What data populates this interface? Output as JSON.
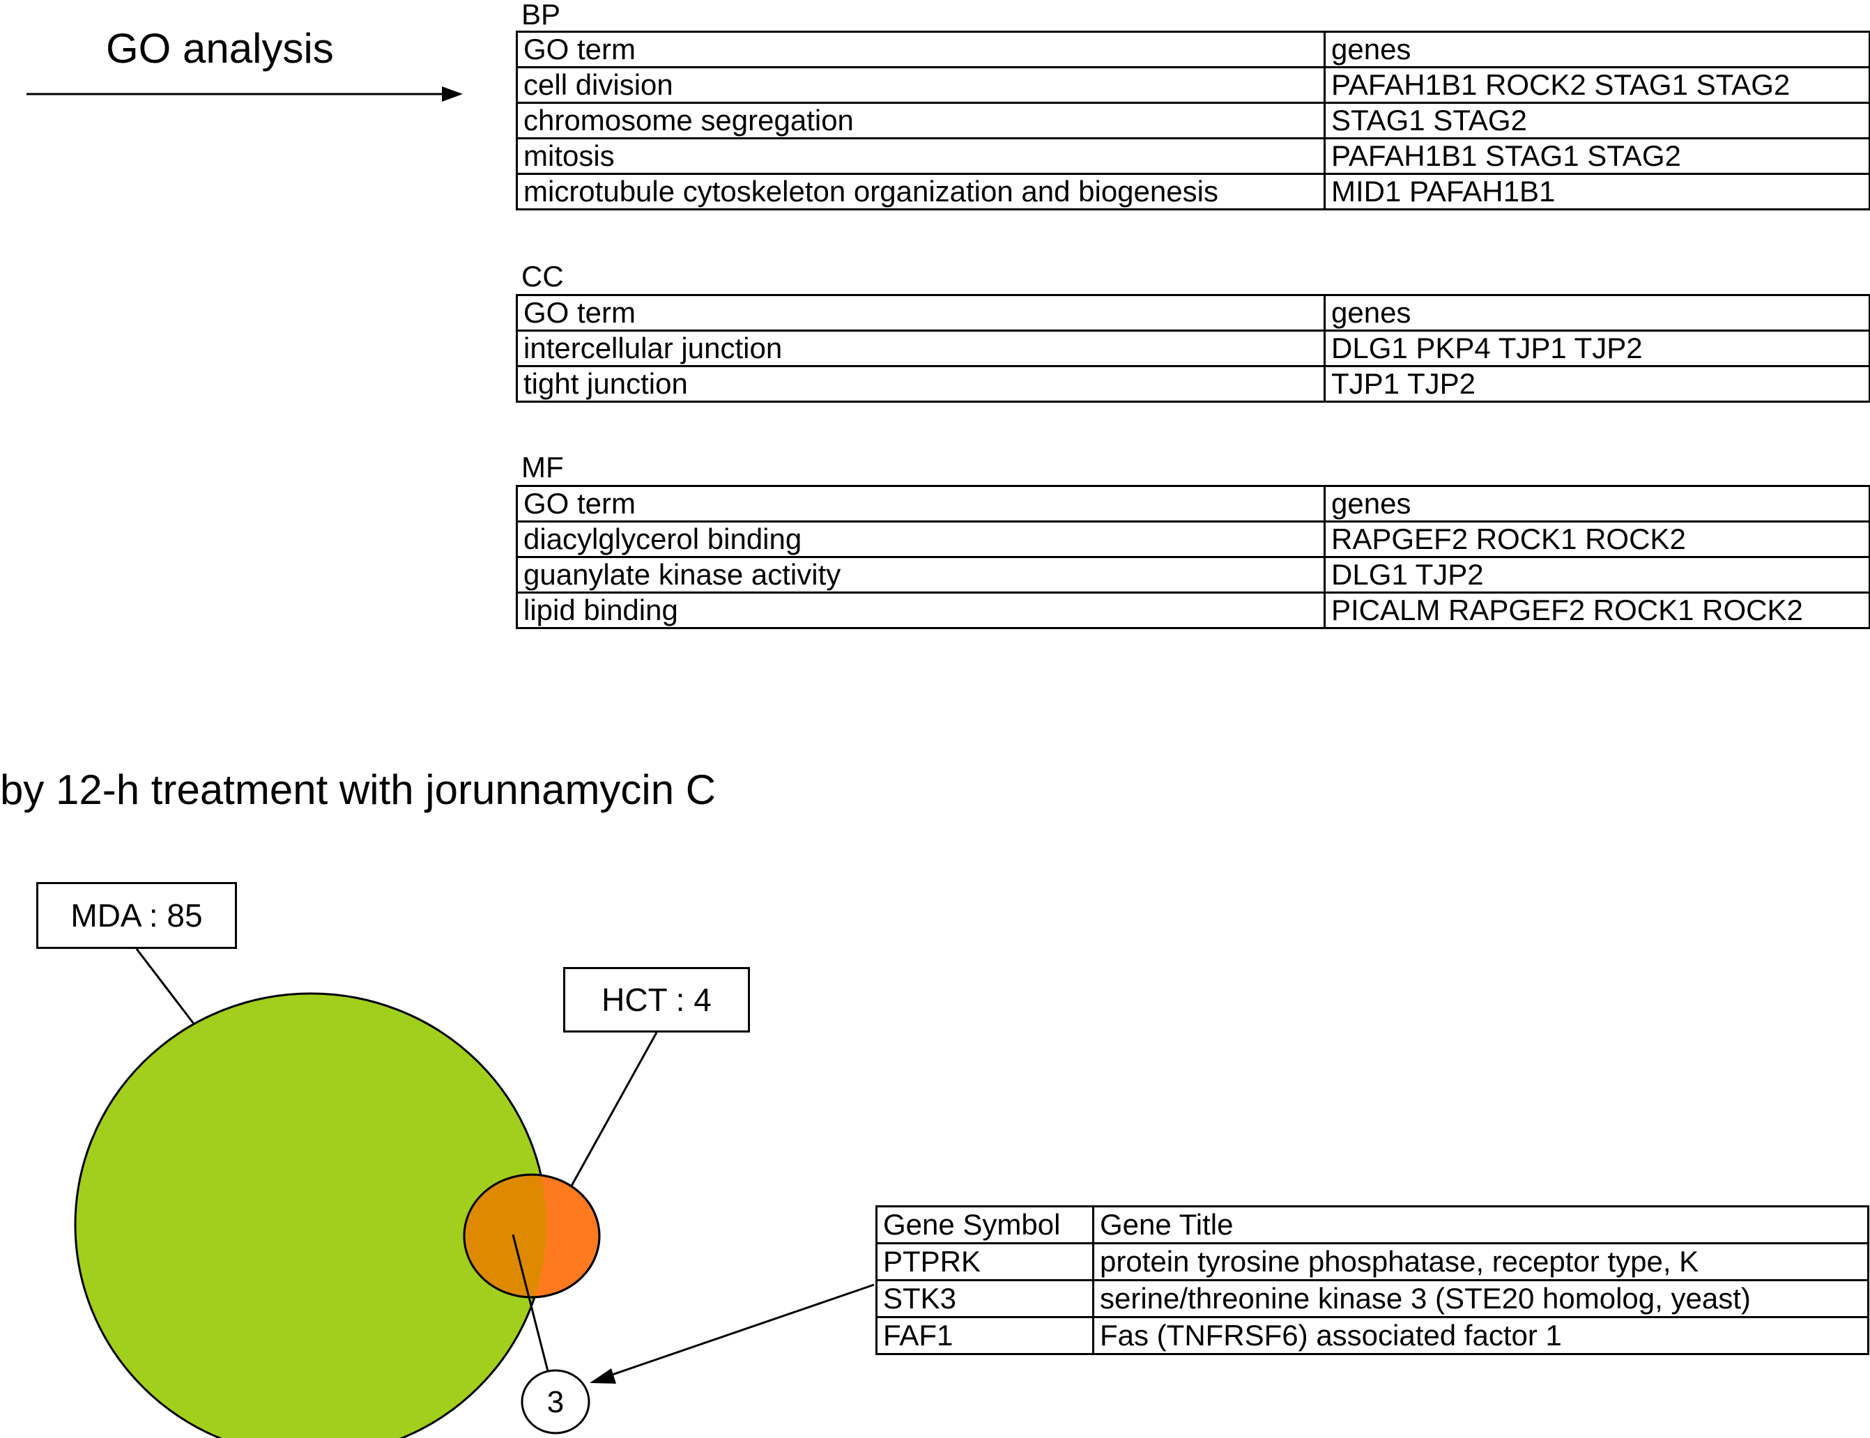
{
  "go_heading": "GO analysis",
  "sections": [
    {
      "label": "BP",
      "header": {
        "term": "GO term",
        "genes": "genes"
      },
      "rows": [
        {
          "term": "cell division",
          "genes": "PAFAH1B1 ROCK2 STAG1 STAG2"
        },
        {
          "term": "chromosome segregation",
          "genes": "STAG1 STAG2"
        },
        {
          "term": "mitosis",
          "genes": "PAFAH1B1 STAG1 STAG2"
        },
        {
          "term": "microtubule cytoskeleton organization and biogenesis",
          "genes": "MID1 PAFAH1B1"
        }
      ]
    },
    {
      "label": "CC",
      "header": {
        "term": "GO term",
        "genes": "genes"
      },
      "rows": [
        {
          "term": "intercellular junction",
          "genes": "DLG1 PKP4 TJP1 TJP2"
        },
        {
          "term": "tight junction",
          "genes": "TJP1 TJP2"
        }
      ]
    },
    {
      "label": "MF",
      "header": {
        "term": "GO term",
        "genes": "genes"
      },
      "rows": [
        {
          "term": "diacylglycerol binding",
          "genes": "RAPGEF2 ROCK1 ROCK2"
        },
        {
          "term": "guanylate kinase activity",
          "genes": "DLG1 TJP2"
        },
        {
          "term": "lipid binding",
          "genes": "PICALM RAPGEF2 ROCK1 ROCK2"
        }
      ]
    }
  ],
  "treatment_heading": "by 12-h treatment with jorunnamycin C",
  "venn": {
    "mda_label": "MDA : 85",
    "hct_label": "HCT : 4",
    "overlap_count": "3",
    "colors": {
      "mda": "#a2cf1c",
      "hct": "#ff7a1f",
      "overlap": "#de8a00"
    }
  },
  "gene_table": {
    "header": {
      "symbol": "Gene Symbol",
      "title": "Gene Title"
    },
    "rows": [
      {
        "symbol": "PTPRK",
        "title": "protein tyrosine phosphatase, receptor type, K"
      },
      {
        "symbol": "STK3",
        "title": "serine/threonine kinase 3 (STE20 homolog, yeast)"
      },
      {
        "symbol": "FAF1",
        "title": "Fas (TNFRSF6) associated factor 1"
      }
    ]
  }
}
